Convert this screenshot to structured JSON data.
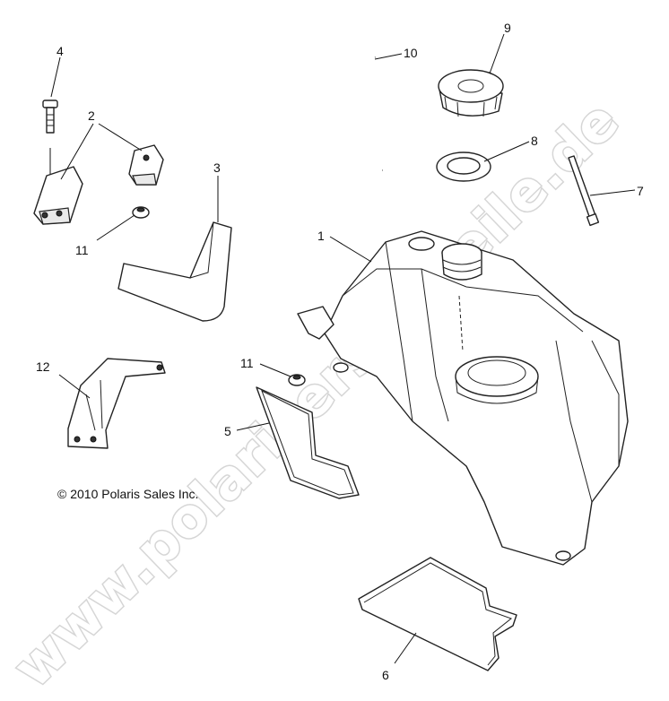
{
  "callouts": {
    "c1": "1",
    "c2": "2",
    "c3": "3",
    "c4": "4",
    "c5": "5",
    "c6": "6",
    "c7": "7",
    "c8": "8",
    "c9": "9",
    "c10": "10",
    "c11a": "11",
    "c11b": "11",
    "c12": "12"
  },
  "copyright": "© 2010 Polaris Sales Inc.",
  "watermark": "www.polarisersatzteile.de"
}
